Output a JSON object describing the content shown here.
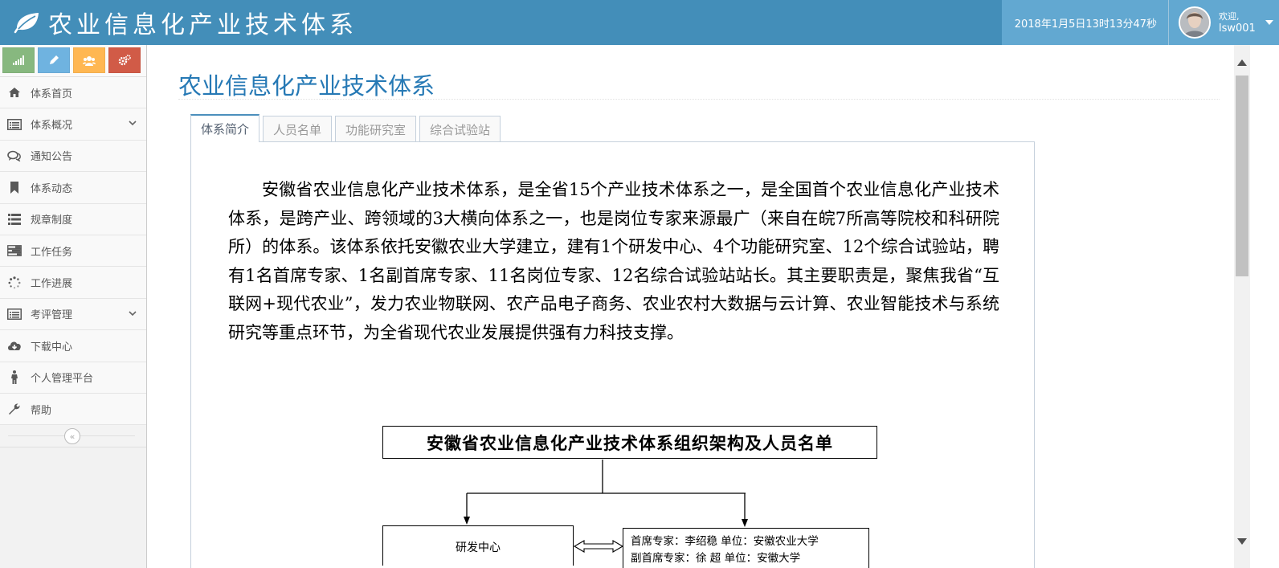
{
  "header": {
    "brand_title": "农业信息化产业技术体系",
    "clock": "2018年1月5日13时13分47秒",
    "welcome": "欢迎,",
    "username": "lsw001"
  },
  "sidebar": {
    "shortcuts": [
      {
        "name": "signal-icon",
        "color": "#87b87f"
      },
      {
        "name": "pencil-icon",
        "color": "#6fb3e0"
      },
      {
        "name": "users-icon",
        "color": "#ffb752"
      },
      {
        "name": "cogs-icon",
        "color": "#d15b47"
      }
    ],
    "items": [
      {
        "label": "体系首页",
        "icon": "home-icon",
        "has_submenu": false
      },
      {
        "label": "体系概况",
        "icon": "list-alt-icon",
        "has_submenu": true
      },
      {
        "label": "通知公告",
        "icon": "comments-icon",
        "has_submenu": false
      },
      {
        "label": "体系动态",
        "icon": "bookmark-icon",
        "has_submenu": false
      },
      {
        "label": "规章制度",
        "icon": "list-icon",
        "has_submenu": false
      },
      {
        "label": "工作任务",
        "icon": "tasks-icon",
        "has_submenu": false
      },
      {
        "label": "工作进展",
        "icon": "spinner-icon",
        "has_submenu": false
      },
      {
        "label": "考评管理",
        "icon": "list-alt-icon",
        "has_submenu": true
      },
      {
        "label": "下载中心",
        "icon": "cloud-download-icon",
        "has_submenu": false
      },
      {
        "label": "个人管理平台",
        "icon": "male-icon",
        "has_submenu": false
      },
      {
        "label": "帮助",
        "icon": "wrench-icon",
        "has_submenu": false
      }
    ],
    "collapse_symbol": "«"
  },
  "main": {
    "page_title": "农业信息化产业技术体系",
    "tabs": [
      {
        "label": "体系简介",
        "active": true
      },
      {
        "label": "人员名单",
        "active": false
      },
      {
        "label": "功能研究室",
        "active": false
      },
      {
        "label": "综合试验站",
        "active": false
      }
    ],
    "intro_text": "安徽省农业信息化产业技术体系，是全省15个产业技术体系之一，是全国首个农业信息化产业技术体系，是跨产业、跨领域的3大横向体系之一，也是岗位专家来源最广（来自在皖7所高等院校和科研院所）的体系。该体系依托安徽农业大学建立，建有1个研发中心、4个功能研究室、12个综合试验站，聘有1名首席专家、1名副首席专家、11名岗位专家、12名综合试验站站长。其主要职责是，聚焦我省“互联网+现代农业”，发力农业物联网、农产品电子商务、农业农村大数据与云计算、农业智能技术与系统研究等重点环节，为全省现代农业发展提供强有力科技支撑。",
    "org_chart": {
      "title": "安徽省农业信息化产业技术体系组织架构及人员名单",
      "left_box": "研发中心",
      "right_box_line1": "首席专家：李绍稳    单位：安徽农业大学",
      "right_box_line2": "副首席专家：徐  超    单位：安徽大学"
    }
  }
}
